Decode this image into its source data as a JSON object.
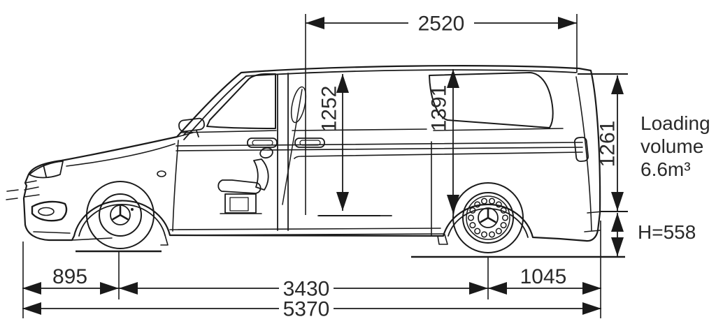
{
  "page": {
    "background": "#ffffff",
    "ink": "#1a1a1a",
    "text_color": "#2a2a2a"
  },
  "vehicle": {
    "type": "panel-van-side-profile",
    "wheel_badge": "three-pointed-star"
  },
  "dims": {
    "loading_length": "2520",
    "side_door_opening_height": "1252",
    "rear_opening_height": "1391",
    "rear_door_height": "1261",
    "front_overhang": "895",
    "wheelbase": "3430",
    "rear_overhang": "1045",
    "overall_length": "5370",
    "load_sill_height": "H=558"
  },
  "labels": {
    "loading_volume_line1": "Loading",
    "loading_volume_line2": "volume",
    "loading_volume_line3": "6.6m³"
  }
}
